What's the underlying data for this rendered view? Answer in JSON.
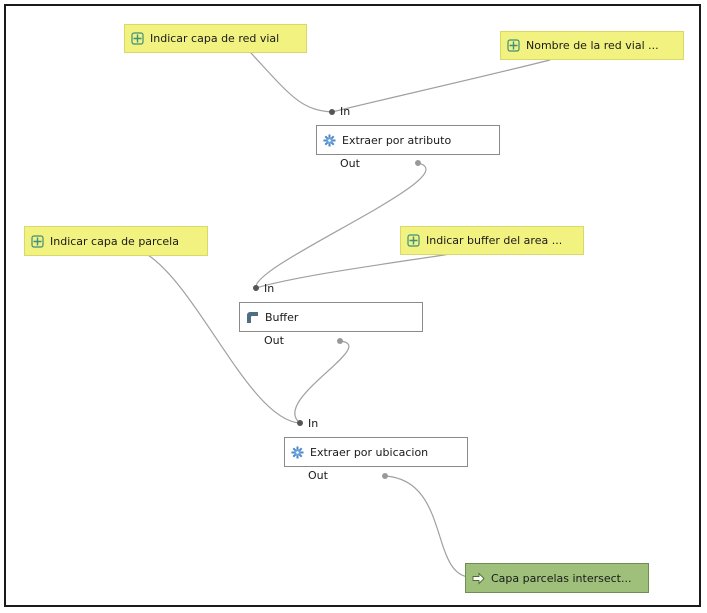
{
  "inputs": {
    "red_vial": "Indicar capa de red vial",
    "nombre": "Nombre de la red vial ...",
    "parcela": "Indicar capa de parcela",
    "buffer_area": "Indicar buffer del area ..."
  },
  "algorithms": {
    "extraer_atributo": {
      "label": "Extraer por atributo",
      "in": "In",
      "out": "Out"
    },
    "buffer": {
      "label": "Buffer",
      "in": "In",
      "out": "Out"
    },
    "extraer_ubicacion": {
      "label": "Extraer por ubicacion",
      "in": "In",
      "out": "Out"
    }
  },
  "outputs": {
    "capa_parcelas": "Capa parcelas intersect..."
  },
  "colors": {
    "input_fill": "#f2f281",
    "output_fill": "#9ec07a",
    "wire": "#a0a0a0",
    "port": "#555555"
  },
  "icons": {
    "input": "plus-grid-icon",
    "algorithm": "gear-icon",
    "buffer": "buffer-icon",
    "output": "arrow-right-icon"
  }
}
